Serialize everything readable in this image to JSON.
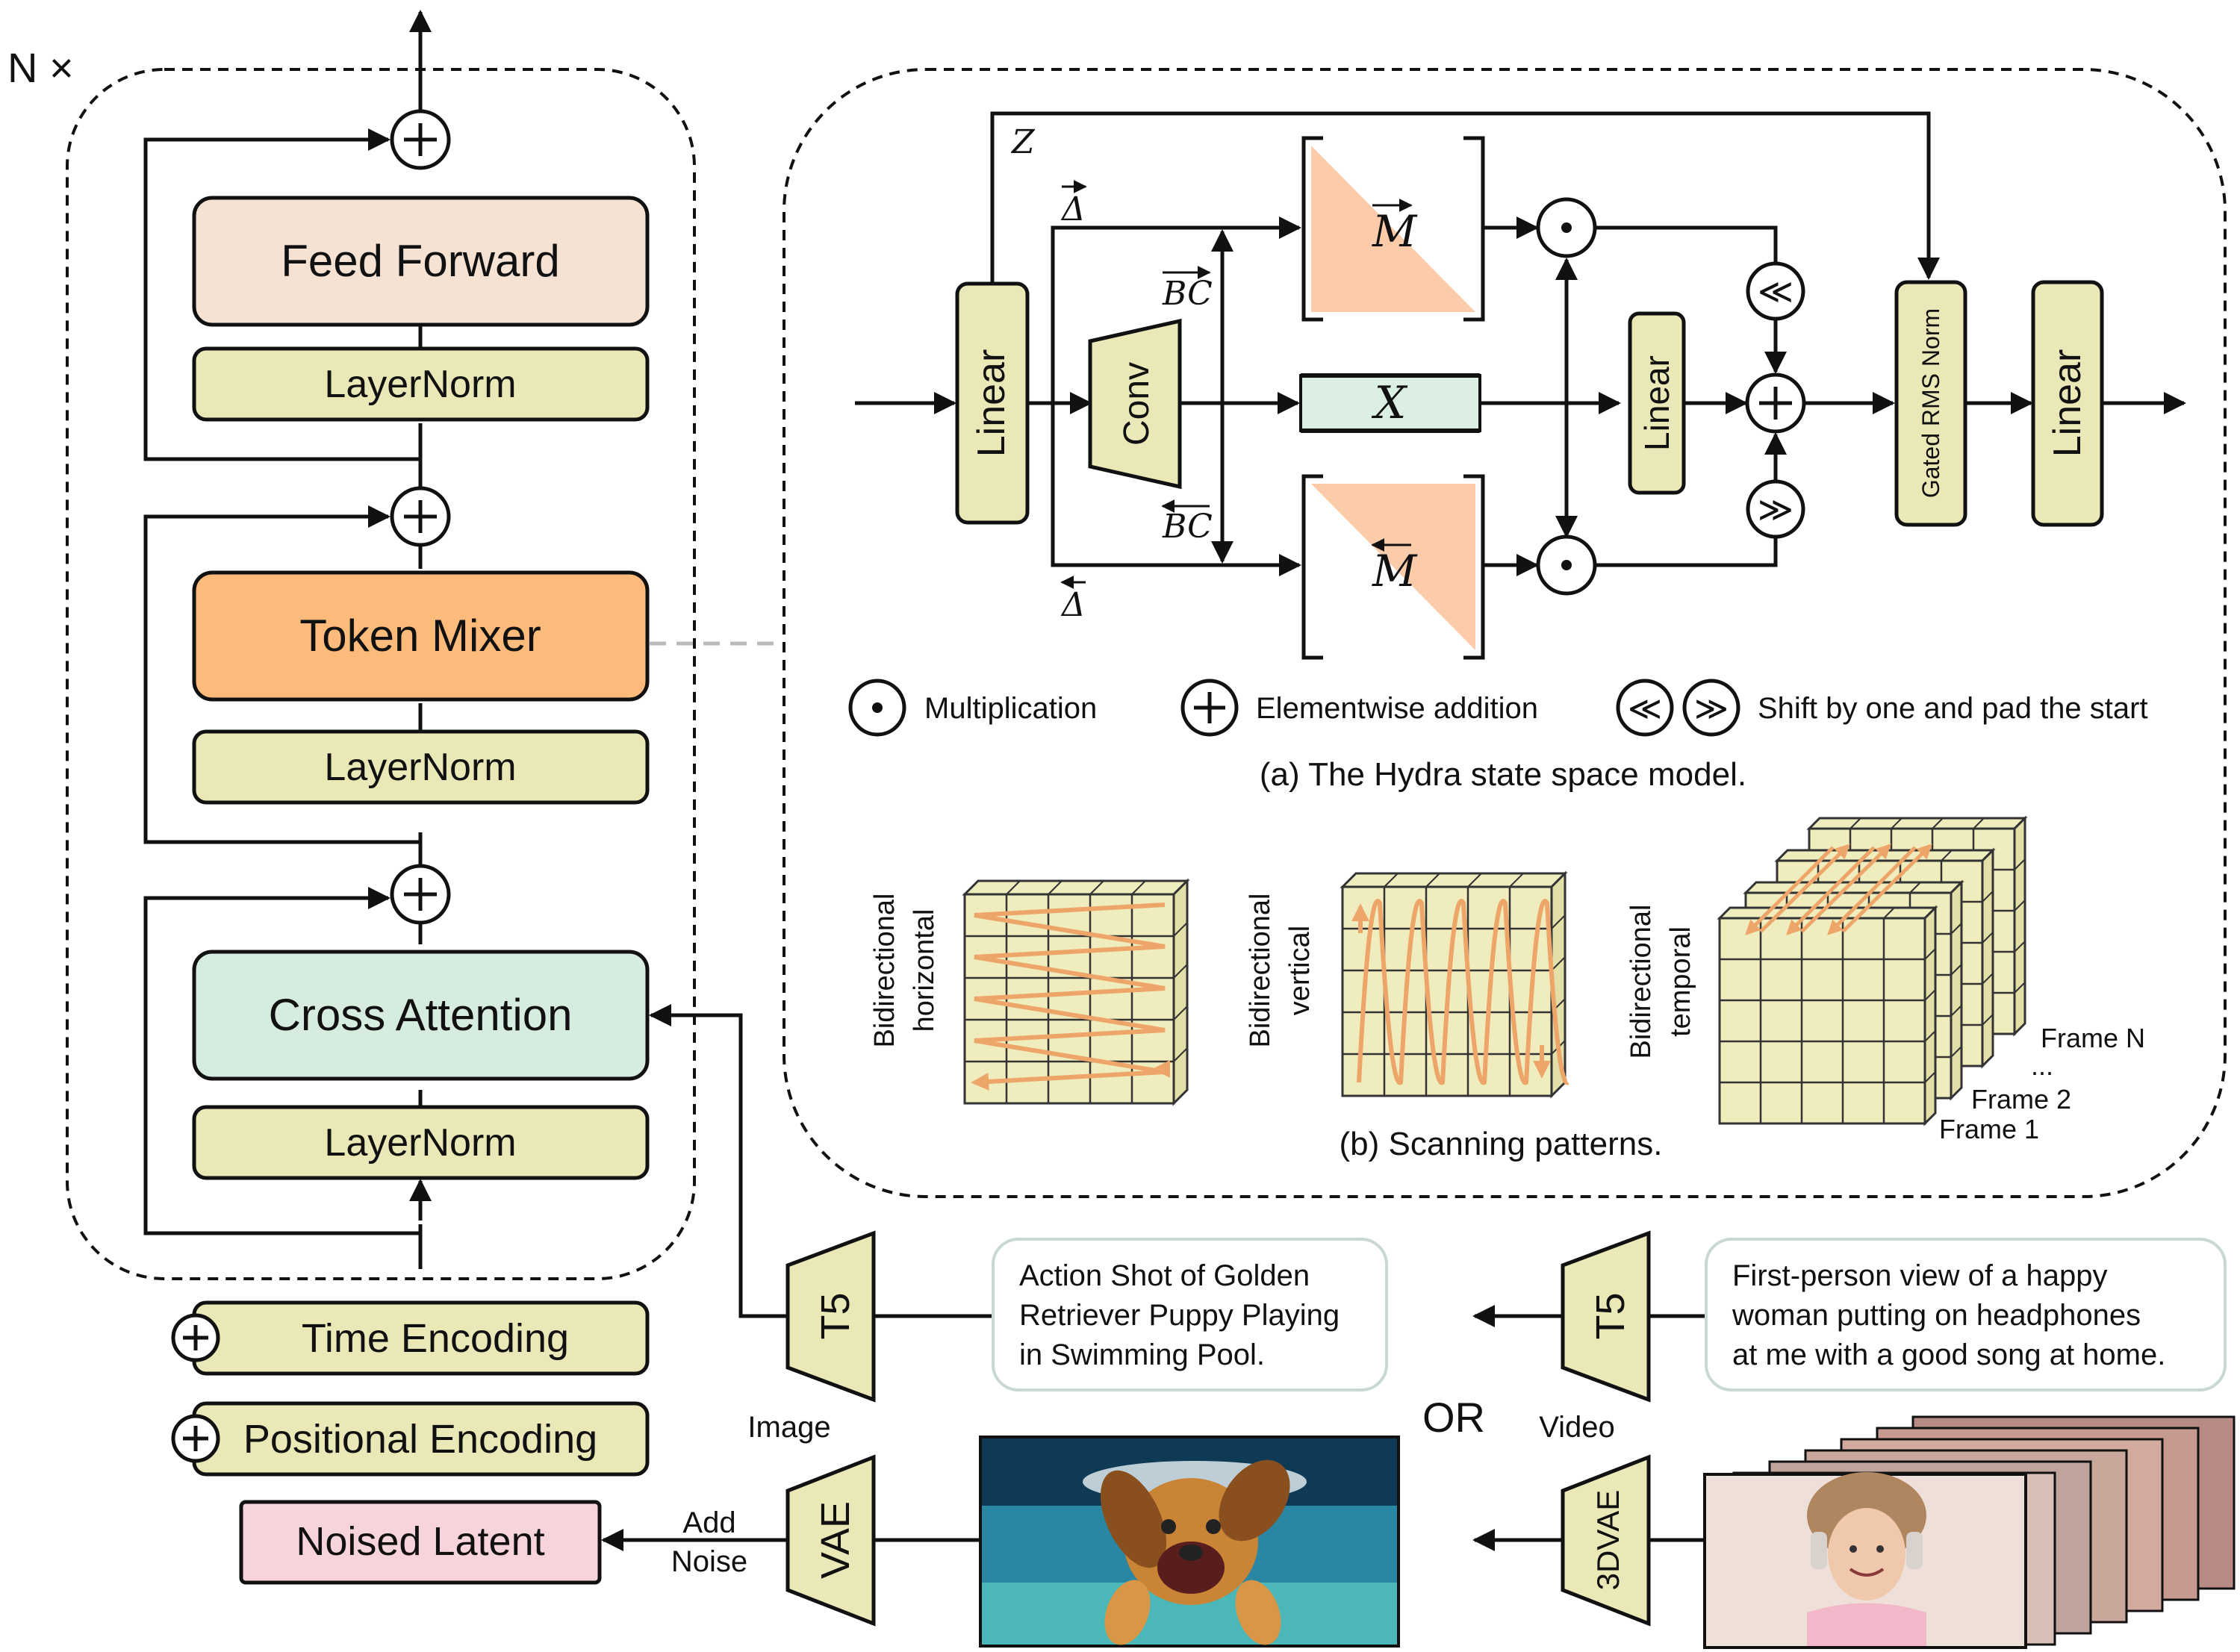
{
  "left_stack": {
    "repeat_label": "N ×",
    "feed_forward": "Feed Forward",
    "layernorm": "LayerNorm",
    "token_mixer": "Token Mixer",
    "cross_attention": "Cross Attention",
    "time_encoding": "Time Encoding",
    "positional_encoding": "Positional Encoding",
    "noised_latent": "Noised Latent",
    "add_noise_line1": "Add",
    "add_noise_line2": "Noise"
  },
  "hydra": {
    "linear": "Linear",
    "conv": "Conv",
    "gated_rms_norm": "Gated RMS Norm",
    "symbol_z": "Z",
    "symbol_delta": "Δ",
    "symbol_bc": "BC",
    "symbol_m": "M",
    "symbol_x": "X",
    "legend_multiplication": "Multiplication",
    "legend_addition": "Elementwise addition",
    "legend_shift": "Shift by one and pad the start",
    "caption": "(a) The Hydra state space model."
  },
  "scanning": {
    "horizontal_line1": "Bidirectional",
    "horizontal_line2": "horizontal",
    "vertical_line1": "Bidirectional",
    "vertical_line2": "vertical",
    "temporal_line1": "Bidirectional",
    "temporal_line2": "temporal",
    "frame_n": "Frame N",
    "frame_2": "Frame 2",
    "frame_1": "Frame 1",
    "dots": "...",
    "caption": "(b) Scanning patterns."
  },
  "inputs": {
    "t5": "T5",
    "vae": "VAE",
    "vae3d": "3DVAE",
    "image_label": "Image",
    "video_label": "Video",
    "or_label": "OR",
    "image_prompt": [
      "Action Shot of Golden",
      "Retriever Puppy Playing",
      "in Swimming Pool."
    ],
    "video_prompt": [
      "First-person view of a happy",
      "woman putting on headphones",
      "at me with a good song at home."
    ]
  },
  "colors": {
    "feed_forward": "#f5e2d3",
    "layernorm": "#ebe8b8",
    "token_mixer": "#fdbb7b",
    "cross_attention": "#d6ecdf",
    "noised_latent": "#f7d4dc",
    "matrix_fill": "#fcccaa",
    "x_fill": "#dcefe3",
    "grid_fill": "#efedbd",
    "scan_arrow": "#eea56a"
  }
}
